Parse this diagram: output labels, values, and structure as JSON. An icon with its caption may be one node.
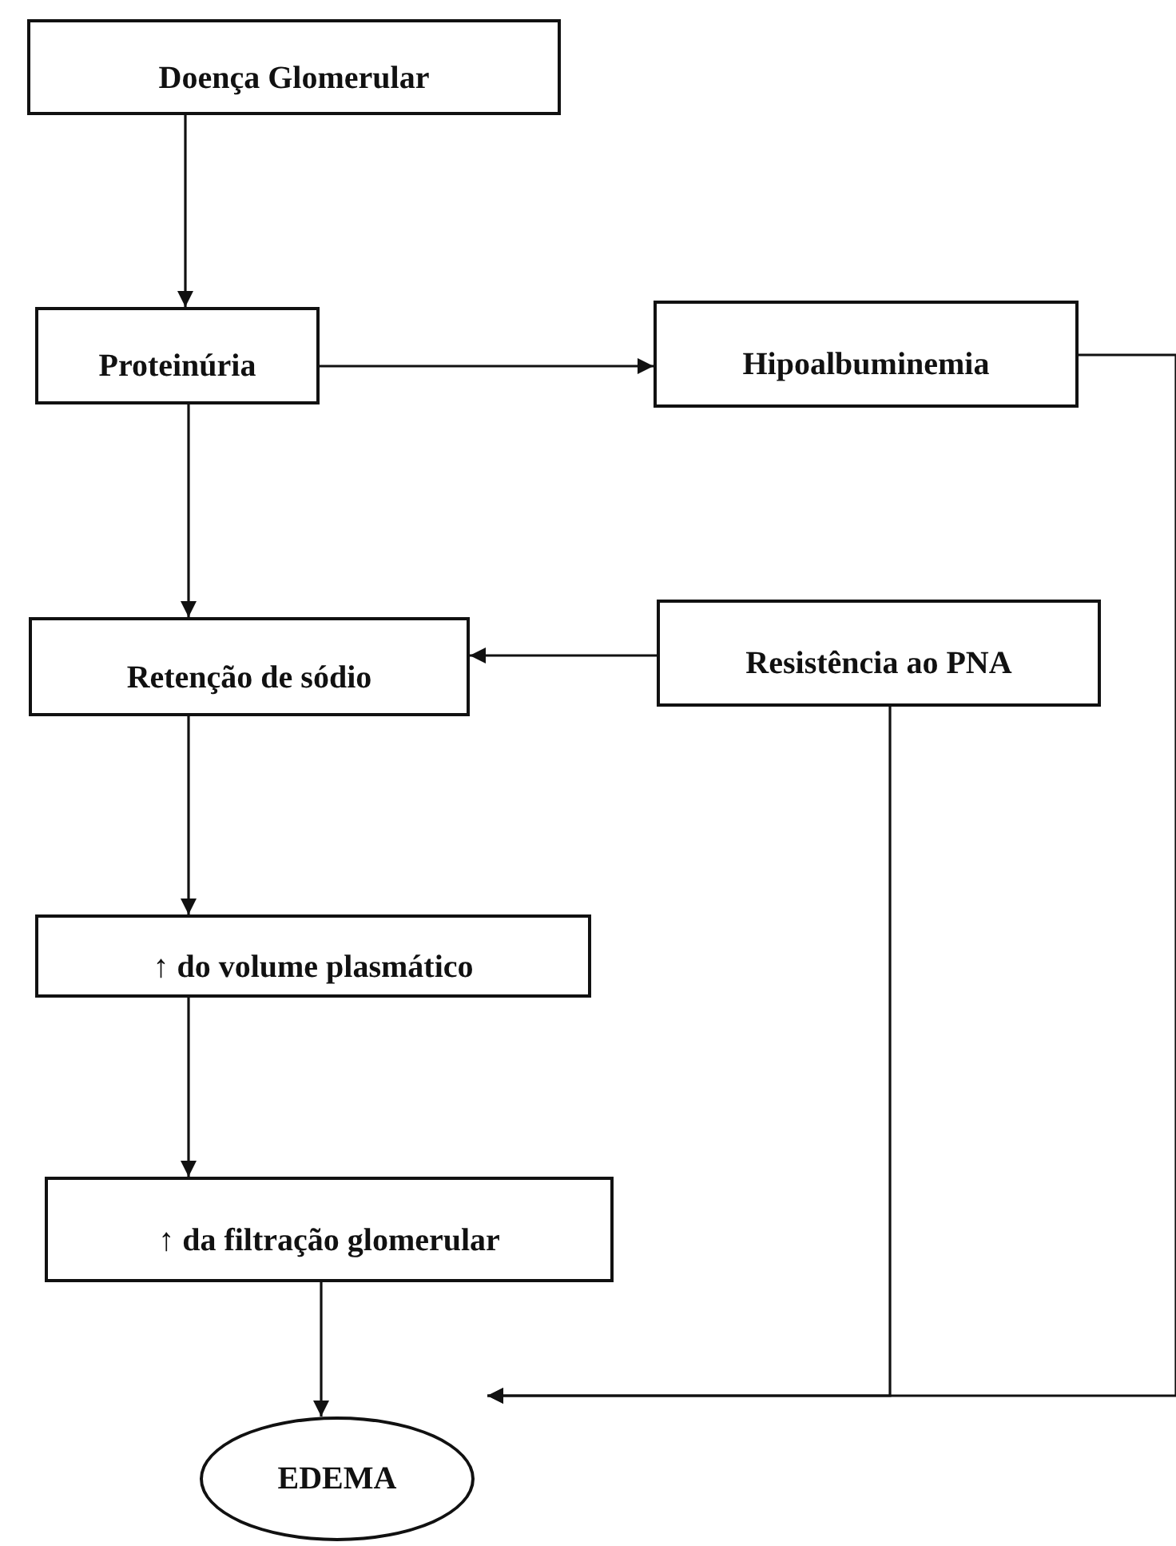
{
  "diagram": {
    "nodes": [
      {
        "text": [
          "Doença Glomerular"
        ]
      },
      {
        "text": [
          "Proteinúria"
        ]
      },
      {
        "text": [
          "Hipoalbuminemia"
        ]
      },
      {
        "text": [
          "Retenção de sódio"
        ]
      },
      {
        "text": [
          "Resistência ao PNA"
        ]
      },
      {
        "text": [
          "↑ do volume plasmático"
        ]
      },
      {
        "text": [
          "↑ da filtração glomerular"
        ]
      },
      {
        "text": [
          "EDEMA"
        ]
      }
    ],
    "edges": [
      {
        "from": 0,
        "to": 1,
        "arrow": "to"
      },
      {
        "from": 1,
        "to": 2,
        "arrow": "to"
      },
      {
        "from": 1,
        "to": 3,
        "arrow": "to"
      },
      {
        "from": 2,
        "to": 7,
        "arrow": "to"
      },
      {
        "from": 4,
        "to": 3,
        "arrow": "to"
      },
      {
        "from": 4,
        "to": 7,
        "arrow": "to"
      },
      {
        "from": 3,
        "to": 5,
        "arrow": "to"
      },
      {
        "from": 5,
        "to": 6,
        "arrow": "to"
      },
      {
        "from": 6,
        "to": 7,
        "arrow": "to"
      }
    ]
  }
}
